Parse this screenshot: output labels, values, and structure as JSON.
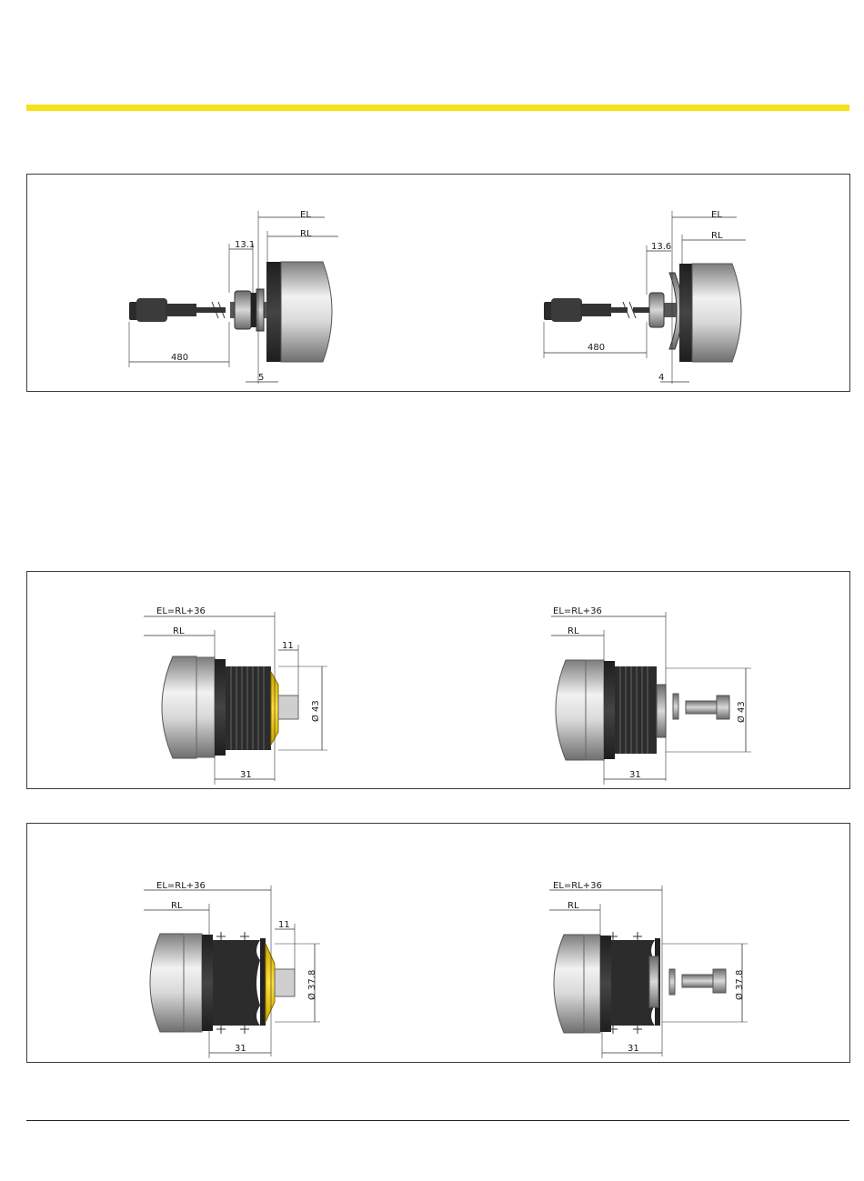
{
  "colors": {
    "accent_yellow": "#f7e11b",
    "roller_yellow": "#f2cd17",
    "rubber_dark": "#2a2a2a",
    "steel_light": "#e8e8e8",
    "steel_dark": "#8a8a8a"
  },
  "panel1": {
    "left": {
      "EL": "EL",
      "RL": "RL",
      "d1": "13.1",
      "d2": "480",
      "d3": "5"
    },
    "right": {
      "EL": "EL",
      "RL": "RL",
      "d1": "13.6",
      "d2": "480",
      "d3": "4"
    }
  },
  "panel2": {
    "left": {
      "EL": "EL=RL+36",
      "RL": "RL",
      "d1": "11",
      "d2": "31",
      "dia": "Ø 43"
    },
    "right": {
      "EL": "EL=RL+36",
      "RL": "RL",
      "d2": "31",
      "dia": "Ø 43"
    }
  },
  "panel3": {
    "left": {
      "EL": "EL=RL+36",
      "RL": "RL",
      "d1": "11",
      "d2": "31",
      "dia": "Ø 37.8"
    },
    "right": {
      "EL": "EL=RL+36",
      "RL": "RL",
      "d2": "31",
      "dia": "Ø 37.8"
    }
  },
  "icons": {
    "roller": "roller-drum-icon",
    "bolt": "hex-bolt-icon",
    "connector": "cable-connector-icon"
  }
}
